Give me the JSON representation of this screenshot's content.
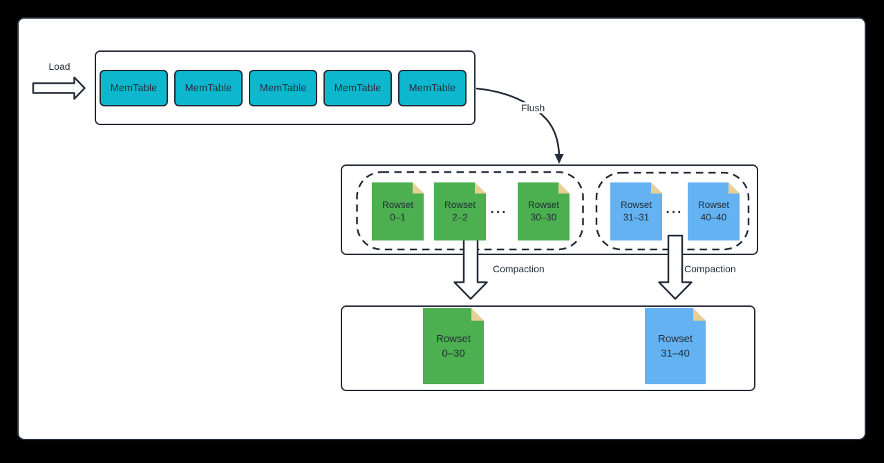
{
  "diagram": {
    "load_label": "Load",
    "flush_label": "Flush",
    "memtables": [
      "MemTable",
      "MemTable",
      "MemTable",
      "MemTable",
      "MemTable"
    ],
    "level0": {
      "green_rowsets": [
        {
          "name": "Rowset",
          "range": "0–1"
        },
        {
          "name": "Rowset",
          "range": "2–2"
        },
        {
          "name": "Rowset",
          "range": "30–30"
        }
      ],
      "green_ellipsis": "···",
      "blue_rowsets": [
        {
          "name": "Rowset",
          "range": "31–31"
        },
        {
          "name": "Rowset",
          "range": "40–40"
        }
      ],
      "blue_ellipsis": "···",
      "compaction_left_label": "Compaction",
      "compaction_right_label": "Compaction"
    },
    "level1": {
      "green_rowset": {
        "name": "Rowset",
        "range": "0–30"
      },
      "blue_rowset": {
        "name": "Rowset",
        "range": "31–40"
      }
    },
    "colors": {
      "memtable_fill": "#0db8ce",
      "rowset_green": "#4caf50",
      "rowset_blue": "#64b2f2",
      "fold_tan": "#e8d094",
      "stroke_dark": "#242c38",
      "canvas_bg": "#ffffff",
      "frame_bg": "#000000"
    }
  }
}
